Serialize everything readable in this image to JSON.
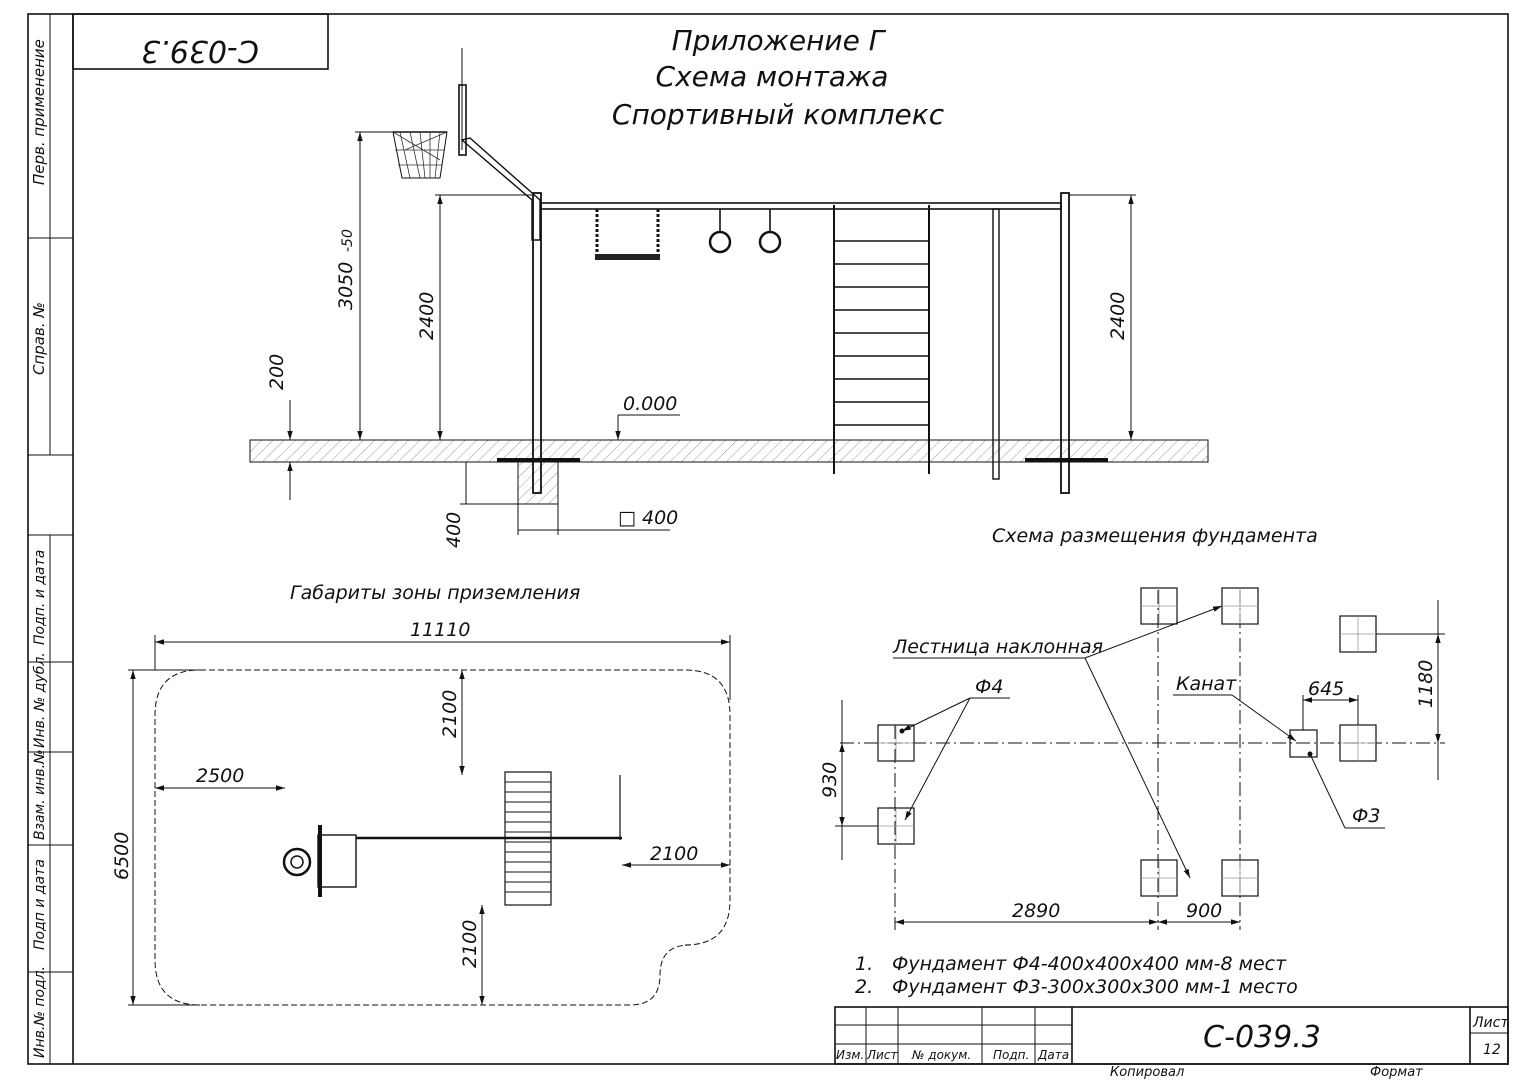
{
  "doc_code_stamp": "C-039.3",
  "title": {
    "line1": "Приложение Г",
    "line2": "Схема монтажа",
    "line3": "Спортивный комплекс"
  },
  "elevation": {
    "dim_basket_height": "3050",
    "dim_basket_tol": "-50",
    "dim_bar_height_left": "2400",
    "dim_bar_height_right": "2400",
    "dim_ground_clearance": "200",
    "dim_foundation_depth": "400",
    "level_mark": "0.000",
    "foundation_size": "□ 400"
  },
  "landing_zone": {
    "caption": "Габариты зоны приземления",
    "dim_total_length": "11110",
    "dim_total_width": "6500",
    "dim_left_offset": "2500",
    "dim_top_offset": "2100",
    "dim_bottom_offset": "2100",
    "dim_right_offset": "2100"
  },
  "foundation_plan": {
    "caption": "Схема размещения фундамента",
    "label_ladder": "Лестница наклонная",
    "label_rope": "Канат",
    "label_f4": "Ф4",
    "label_f3": "Ф3",
    "dim_645": "645",
    "dim_1180": "1180",
    "dim_930": "930",
    "dim_2890": "2890",
    "dim_900": "900"
  },
  "notes": [
    {
      "num": "1.",
      "text": "Фундамент Ф4-400х400х400 мм-8 мест"
    },
    {
      "num": "2.",
      "text": "Фундамент Ф3-300х300х300 мм-1 место"
    }
  ],
  "side_stamps": [
    "Перв. применение",
    "Справ. №",
    "Подп. и дата",
    "Инв. № дубл.",
    "Взам. инв.№",
    "Подп и дата",
    "Инв.№ подл."
  ],
  "title_block": {
    "code": "С-039.3",
    "sheet_label": "Лист",
    "sheet_number": "12",
    "col_izm": "Изм.",
    "col_list": "Лист",
    "col_doc": "№ докум.",
    "col_sign": "Подп.",
    "col_date": "Дата",
    "copied": "Копировал",
    "format": "Формат"
  }
}
